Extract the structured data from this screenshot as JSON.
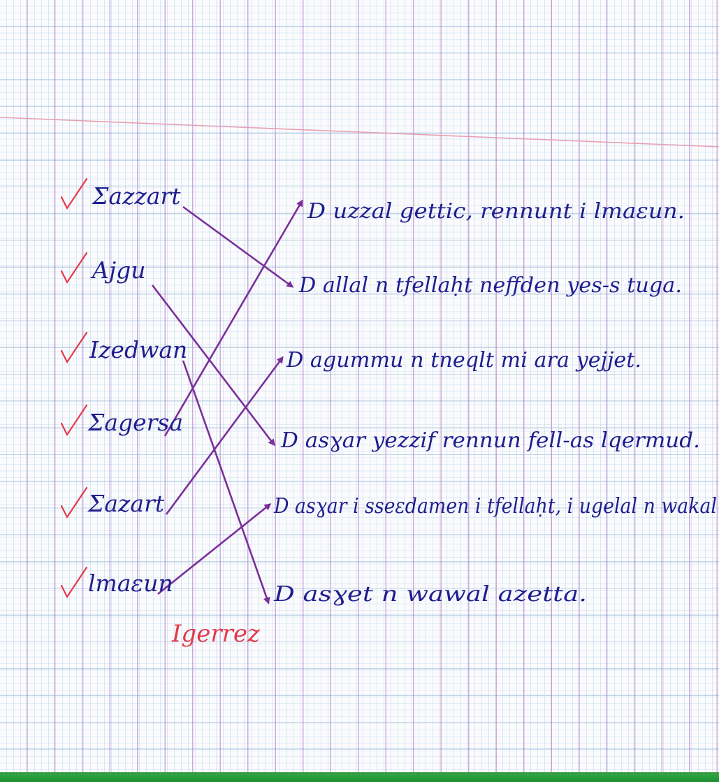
{
  "worksheet": {
    "left_words": [
      "Ʃazzart",
      "Ajgu",
      "Izedwan",
      "Ʃagersa",
      "Ʃazart",
      "lmaɛun"
    ],
    "right_sentences": [
      "D uzzal gettic, rennunt i lmaɛun.",
      "D allal n tfellaḥt neffden yes-s tuga.",
      "D agummu n tneqlt mi ara yejjet.",
      "D asɣar yezzif rennun fell-as lqermud.",
      "D asɣar i sseɛdamen i tfellaḥt, i ugelal n wakal",
      "D asɣet n wawal azetta."
    ],
    "connections": [
      {
        "from": 0,
        "to": 1
      },
      {
        "from": 1,
        "to": 3
      },
      {
        "from": 2,
        "to": 5
      },
      {
        "from": 3,
        "to": 0
      },
      {
        "from": 4,
        "to": 2
      },
      {
        "from": 5,
        "to": 4
      }
    ],
    "signature": "Igerrez"
  },
  "colors": {
    "ink": "#1f1e8f",
    "arrows": "#7a2f9a",
    "checkmarks": "#e4394a",
    "margin_line": "#e8a0b4",
    "edge_strip": "#27a23c"
  }
}
